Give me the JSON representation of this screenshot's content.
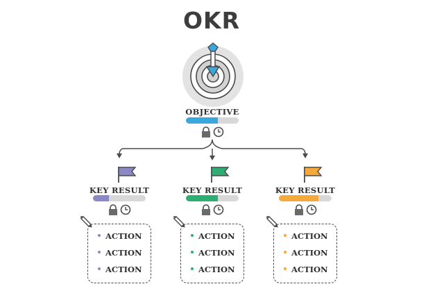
{
  "title": "OKR",
  "objective": {
    "label": "OBJECTIVE",
    "progress": 0.6,
    "color": "#3aa8dc"
  },
  "key_results": [
    {
      "label": "KEY RESULT",
      "progress": 0.3,
      "color": "#8b88c6",
      "actions": [
        "ACTION",
        "ACTION",
        "ACTION"
      ]
    },
    {
      "label": "KEY RESULT",
      "progress": 0.6,
      "color": "#2fae74",
      "actions": [
        "ACTION",
        "ACTION",
        "ACTION"
      ]
    },
    {
      "label": "KEY RESULT",
      "progress": 0.75,
      "color": "#f5a93b",
      "actions": [
        "ACTION",
        "ACTION",
        "ACTION"
      ]
    }
  ],
  "icons": [
    "target-icon",
    "arrow-icon",
    "lock-icon",
    "clock-icon",
    "flag-icon",
    "pencil-icon"
  ]
}
